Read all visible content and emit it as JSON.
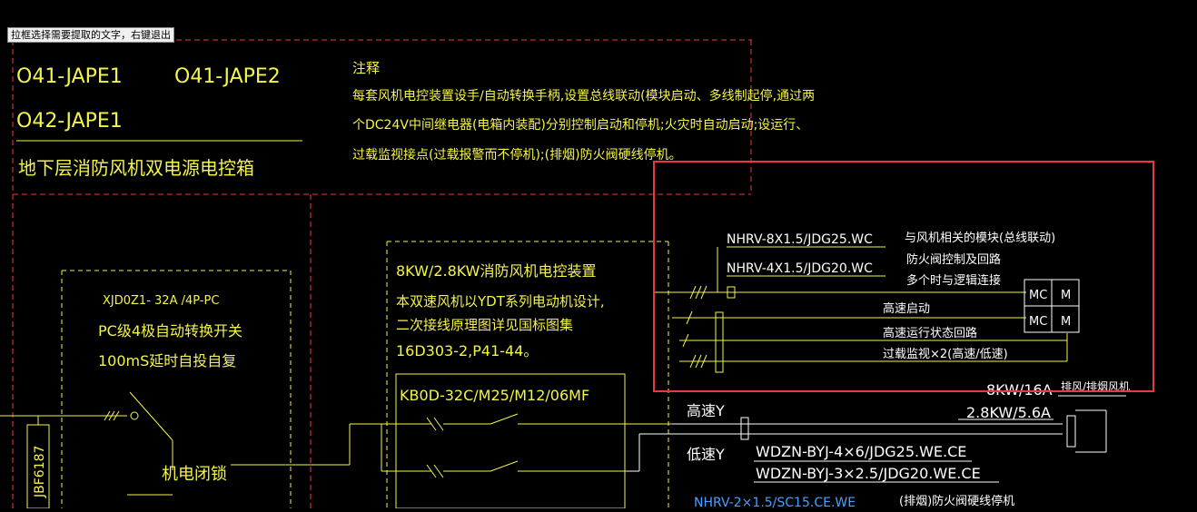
{
  "tooltip": "拉框选择需要提取的文字，右键退出",
  "panel_codes": [
    "O41-JAPE1",
    "O41-JAPE2",
    "O42-JAPE1"
  ],
  "panel_title": "地下层消防风机双电源电控箱",
  "notes": {
    "heading": "注释",
    "lines": [
      "每套风机电控装置设手/自动转换手柄,设置总线联动(模块启动、多线制起停,通过两",
      "个DC24V中间继电器(电箱内装配)分别控制启动和停机;火灾时自动启动;设运行、",
      "过载监视接点(过载报警而不停机);(排烟)防火阀硬线停机。"
    ]
  },
  "switch_box": {
    "line1": "XJD0Z1-   32A  /4P-PC",
    "line2": "PC级4极自动转换开关",
    "line3": "100mS延时自投自复",
    "lock_label": "机电闭锁",
    "vertical_label": "JBF6187"
  },
  "control_box": {
    "title": "8KW/2.8KW消防风机电控装置",
    "desc": [
      "本双速风机以YDT系列电动机设计,",
      "二次接线原理图详见国标图集",
      "16D303-2,P41-44。"
    ],
    "breaker": "KB0D-32C/M25/M12/06MF"
  },
  "control_wiring": {
    "cable1": "NHRV-8X1.5/JDG25.WC",
    "cable2": "NHRV-4X1.5/JDG20.WC",
    "right_notes": [
      "与风机相关的模块(总线联动)",
      "防火阀控制及回路",
      "多个时与逻辑连接"
    ],
    "signals": [
      "高速启动",
      "高速运行状态回路",
      "过载监视×2(高速/低速)"
    ],
    "mc": "MC",
    "m": "M"
  },
  "motor": {
    "high_rating": "8KW/16A",
    "low_rating": "2.8KW/5.6A",
    "fan_label": "排风/排烟风机",
    "high_label": "高速Y",
    "low_label": "低速Y",
    "cable_high": "WDZN-BYJ-4×6/JDG25.WE.CE",
    "cable_low": "WDZN-BYJ-3×2.5/JDG20.WE.CE"
  },
  "bottom_partial": {
    "cable": "NHRV-2×1.5/SC15.CE.WE",
    "note": "(排烟)防火阀硬线停机"
  },
  "colors": {
    "background": "#000000",
    "line": "#f4f44a",
    "annotation": "#ffffff",
    "border_dashed": "#e83a3a",
    "selection": "#e83a3a",
    "partial_blue": "#4aa0ff"
  }
}
